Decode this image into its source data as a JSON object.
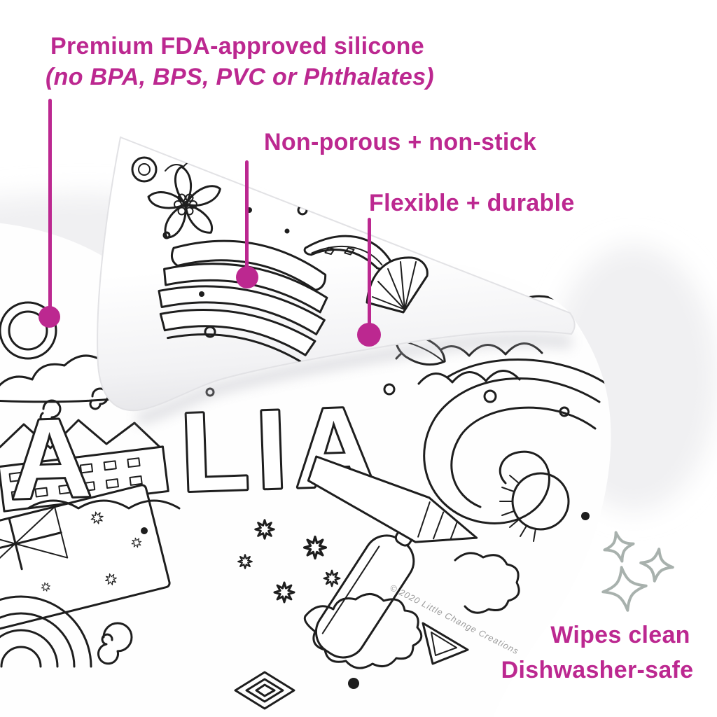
{
  "annotations": {
    "premium_line1": "Premium FDA-approved silicone",
    "premium_line2": "(no BPA, BPS, PVC or Phthalates)",
    "non_porous": "Non-porous + non-stick",
    "flexible": "Flexible + durable",
    "wipes_clean": "Wipes clean",
    "dishwasher_safe": "Dishwasher-safe"
  },
  "mat": {
    "letters_left": "A",
    "letters_right": "LIA",
    "copyright": "© 2020 Little Change Creations"
  },
  "icons": {
    "sparkle_stars": "three four-point sparkle stars"
  },
  "colors": {
    "accent": "#bc2890",
    "line_art": "#1e1e1e",
    "star_gray": "#a8b1ad",
    "copyright_gray": "#9b9b9b"
  }
}
